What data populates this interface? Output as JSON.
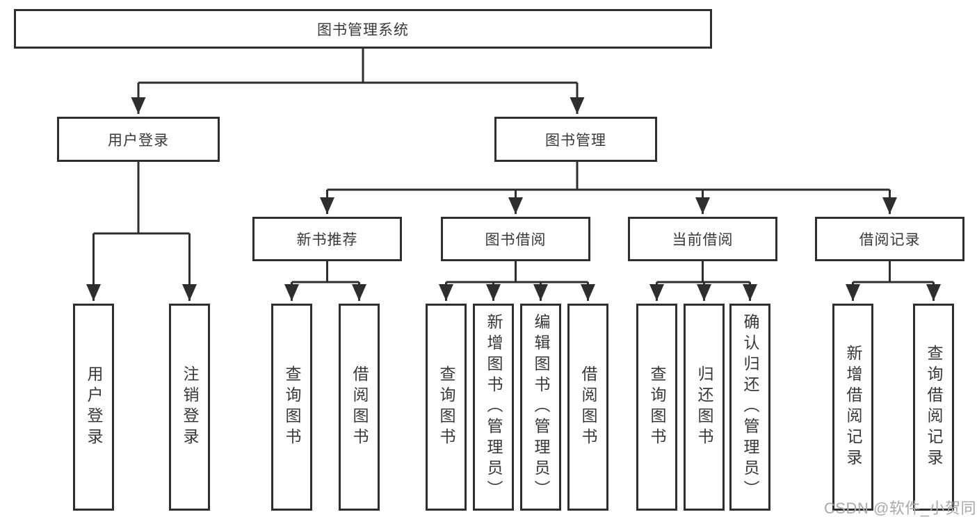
{
  "watermark": "CSDN @软件_小贺同学",
  "tree": {
    "root": {
      "label": "图书管理系统"
    },
    "branches": [
      {
        "label": "用户登录",
        "children": [
          {
            "label": "用户登录"
          },
          {
            "label": "注销登录"
          }
        ]
      },
      {
        "label": "图书管理",
        "sections": [
          {
            "label": "新书推荐",
            "children": [
              {
                "label": "查询图书"
              },
              {
                "label": "借阅图书"
              }
            ]
          },
          {
            "label": "图书借阅",
            "children": [
              {
                "label": "查询图书"
              },
              {
                "label": "新增图书（管理员）"
              },
              {
                "label": "编辑图书（管理员）"
              },
              {
                "label": "借阅图书"
              }
            ]
          },
          {
            "label": "当前借阅",
            "children": [
              {
                "label": "查询图书"
              },
              {
                "label": "归还图书"
              },
              {
                "label": "确认归还（管理员）"
              }
            ]
          },
          {
            "label": "借阅记录",
            "children": [
              {
                "label": "新增借阅记录"
              },
              {
                "label": "查询借阅记录"
              }
            ]
          }
        ]
      }
    ]
  }
}
